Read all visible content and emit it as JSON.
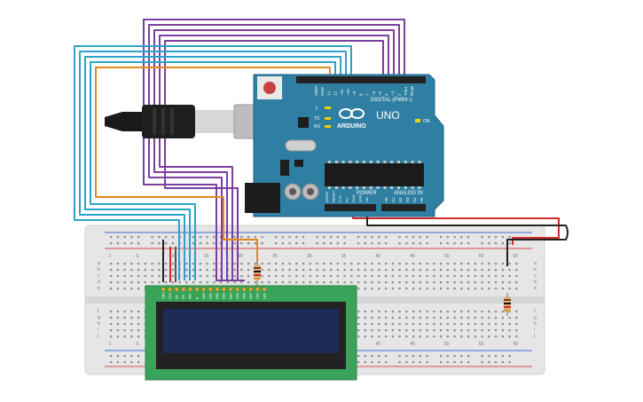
{
  "arduino": {
    "brand": "ARDUINO",
    "model": "UNO",
    "digital_header": "DIGITAL (PWM~)",
    "analog_header": "ANALOG IN",
    "power_header": "POWER",
    "top_pins": [
      "AREF",
      "GND",
      "13",
      "12",
      "~11",
      "~10",
      "~9",
      "8",
      "7",
      "~6",
      "~5",
      "4",
      "~3",
      "2",
      "TX▸1",
      "RX◂0"
    ],
    "power_pins": [
      "IOREF",
      "RESET",
      "3.3V",
      "5V",
      "GND",
      "GND",
      "Vin"
    ],
    "analog_pins": [
      "A0",
      "A1",
      "A2",
      "A3",
      "A4",
      "A5"
    ],
    "led_labels": [
      "L",
      "TX",
      "RX"
    ],
    "on_label": "ON"
  },
  "breadboard": {
    "column_numbers": [
      "1",
      "5",
      "10",
      "15",
      "20",
      "25",
      "30",
      "35",
      "40",
      "45",
      "50",
      "55",
      "60"
    ],
    "row_letters_top": [
      "a",
      "b",
      "c",
      "d",
      "e"
    ],
    "row_letters_bottom": [
      "f",
      "g",
      "h",
      "i",
      "j"
    ]
  },
  "lcd": {
    "pin_labels": [
      "GND",
      "VCC",
      "V0",
      "RS",
      "RW",
      "E",
      "DB0",
      "DB1",
      "DB2",
      "DB3",
      "DB4",
      "DB5",
      "DB6",
      "DB7",
      "LED",
      "LED"
    ]
  },
  "colors": {
    "board_teal": "#2f7fa3",
    "breadboard": "#e4e4e4",
    "lcd_pcb": "#3aa35a",
    "lcd_screen": "#1e2b57",
    "wire_purple": "#7b3fa0",
    "wire_cyan": "#2aa3c9",
    "wire_orange": "#e08a1e",
    "wire_red": "#d42a2a",
    "wire_black": "#222222"
  }
}
